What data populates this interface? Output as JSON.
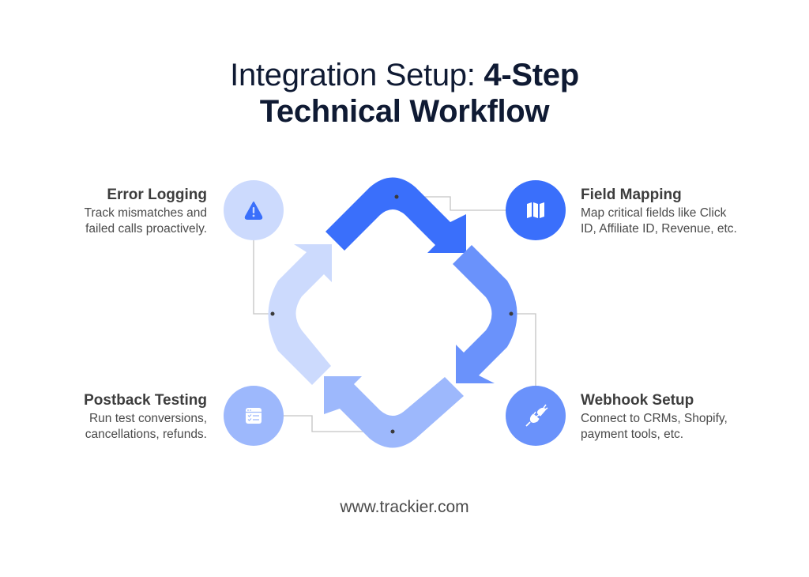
{
  "title": {
    "line1_regular": "Integration Setup: ",
    "line1_bold": "4-Step",
    "line2_bold": "Technical Workflow"
  },
  "colors": {
    "field_mapping": "#3a6ffb",
    "webhook_setup": "#6a92fb",
    "postback_testing": "#9db8fc",
    "error_logging": "#ccdafd",
    "title_text": "#0f1a33",
    "body_text": "#4a4a4a",
    "connector": "#bdbdbd"
  },
  "steps": [
    {
      "key": "error_logging",
      "title": "Error Logging",
      "desc_line1": "Track mismatches and",
      "desc_line2": "failed calls proactively.",
      "icon": "warning-icon"
    },
    {
      "key": "field_mapping",
      "title": "Field Mapping",
      "desc_line1": "Map critical fields like Click",
      "desc_line2": "ID, Affiliate ID, Revenue, etc.",
      "icon": "map-icon"
    },
    {
      "key": "postback_testing",
      "title": "Postback Testing",
      "desc_line1": "Run test conversions,",
      "desc_line2": "cancellations, refunds.",
      "icon": "checklist-window-icon"
    },
    {
      "key": "webhook_setup",
      "title": "Webhook Setup",
      "desc_line1": "Connect to CRMs, Shopify,",
      "desc_line2": "payment tools, etc.",
      "icon": "plug-icon"
    }
  ],
  "footer": {
    "url": "www.trackier.com"
  }
}
